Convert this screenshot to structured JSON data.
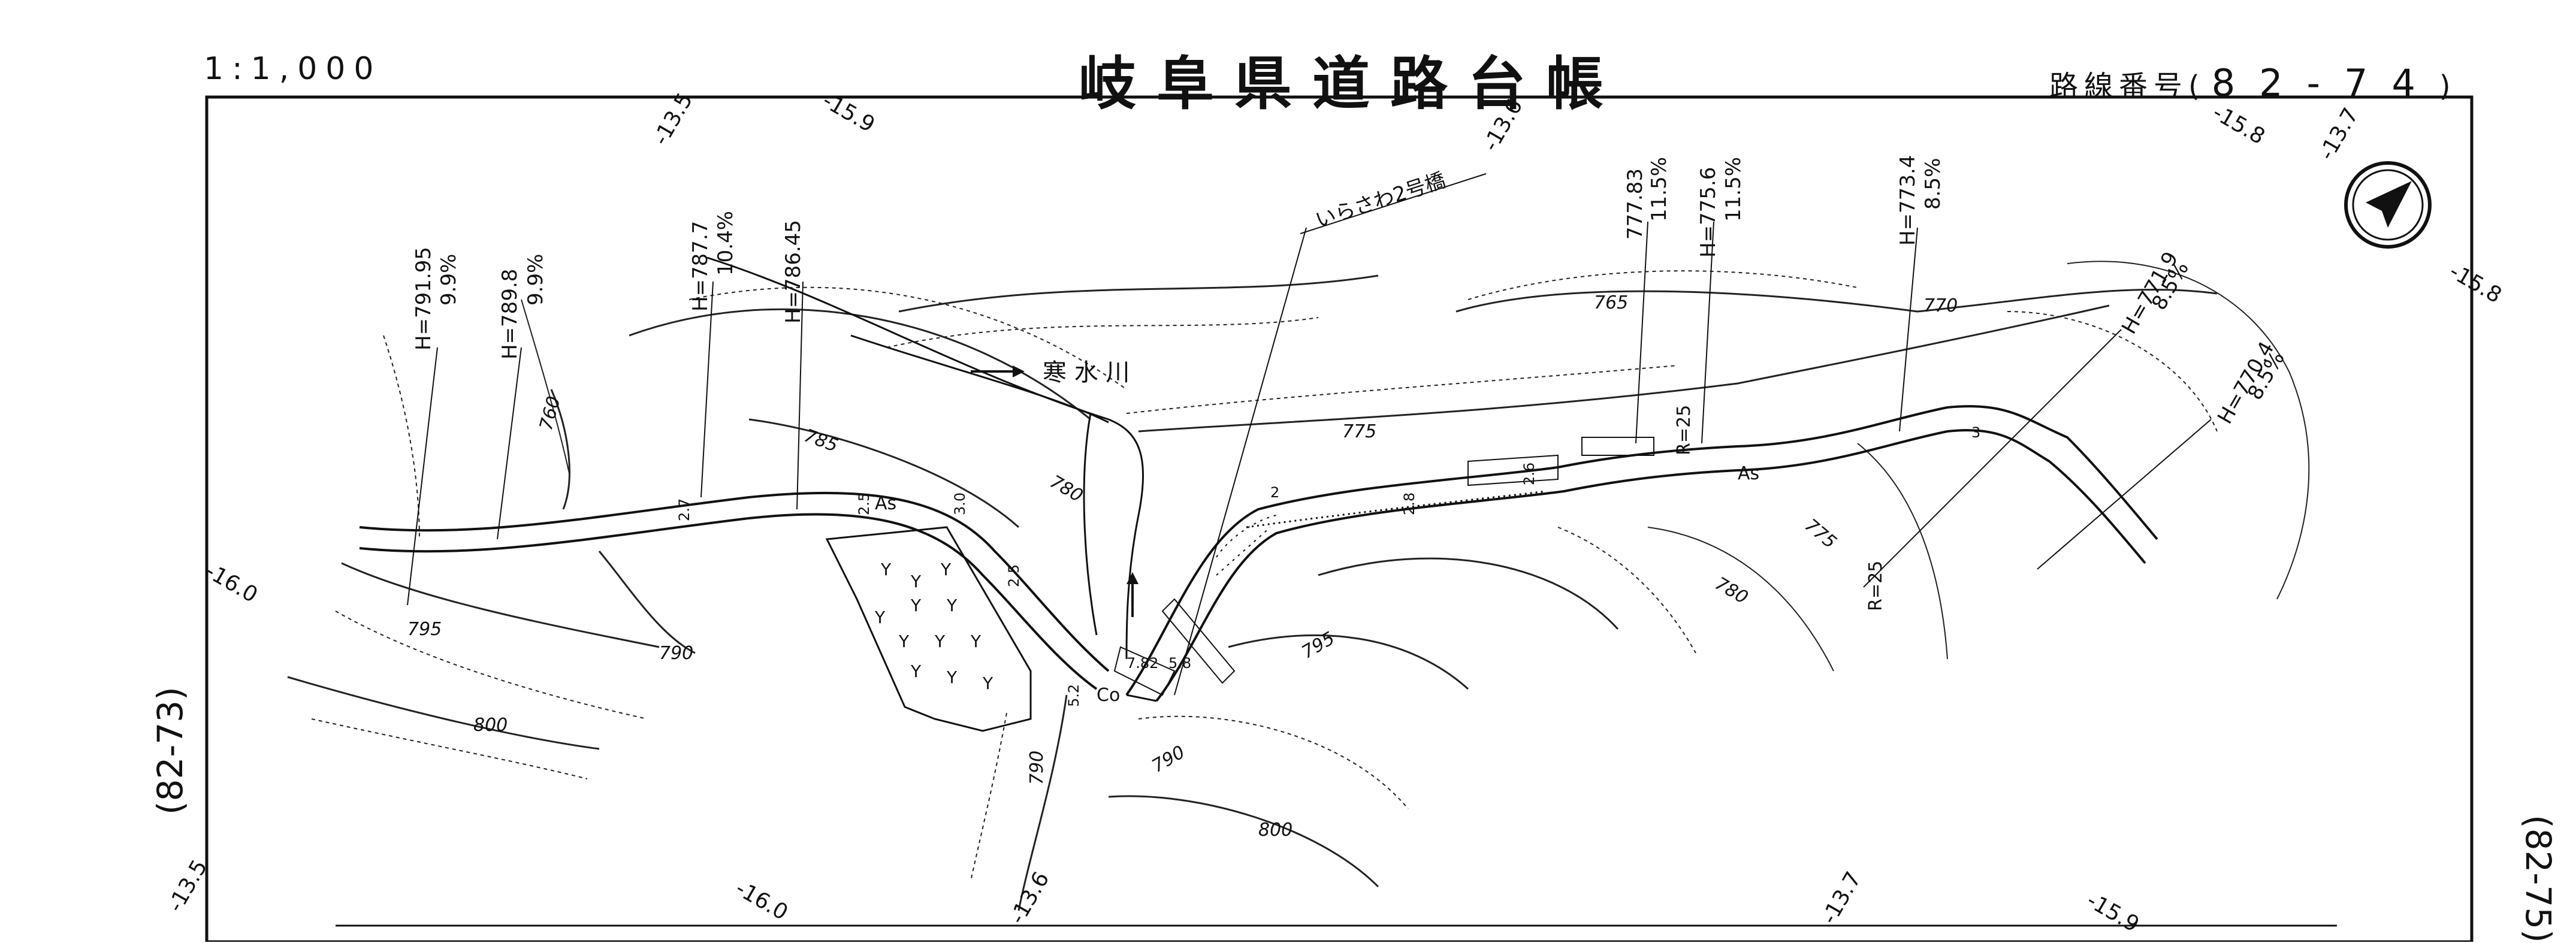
{
  "header": {
    "scale": "1:1,000",
    "title": "岐阜県道路台帳",
    "route_label": "路線番号(",
    "route_number": "82-74",
    "route_close": ")"
  },
  "edges": {
    "left": "(82-73)",
    "right": "(82-75)"
  },
  "river_label": "寒 水 川",
  "bridge_label": "いらさわ2号橋",
  "grid_marks": {
    "top_1": "-13.5",
    "top_2": "-15.9",
    "top_3": "-13.6",
    "top_4": "-15.8",
    "top_5": "-13.7",
    "right_1": "-15.8",
    "left_1": "-16.0",
    "bottom_1": "-13.5",
    "bottom_2": "-16.0",
    "bottom_3": "-13.6",
    "bottom_4": "-13.7",
    "bottom_5": "-15.9"
  },
  "elevations": {
    "e1": "H=791.95",
    "g1": "9.9%",
    "e2": "H=789.8",
    "g2": "9.9%",
    "e3": "H=787.7",
    "g3": "10.4%",
    "e4": "H=786.45",
    "e5": "777.83",
    "g5": "11.5%",
    "e6": "H=775.6",
    "g6": "11.5%",
    "e7": "H=773.4",
    "g7": "8.5%",
    "e8": "H=771.9",
    "g8": "8.5%",
    "e9": "H=770.4",
    "g9": "8.5%"
  },
  "contours": {
    "c760": "760",
    "c765": "765",
    "c770": "770",
    "c775": "775",
    "c775b": "775",
    "c780": "780",
    "c780b": "780",
    "c785": "785",
    "c790": "790",
    "c790b": "790",
    "c790c": "790",
    "c795": "795",
    "c795b": "795",
    "c800": "800",
    "c800b": "800"
  },
  "road_labels": {
    "as1": "As",
    "as2": "As",
    "co": "Co",
    "r25a": "R=25",
    "r25b": "R=25",
    "w27": "2.7",
    "w25": "2.5",
    "w26": "2.6",
    "w28": "2.8",
    "w30": "3.0",
    "w2": "2",
    "w3": "3",
    "w25b": "2.5",
    "w52": "5.2",
    "w782": "7.82",
    "w58": "5.8"
  },
  "icons": {
    "north": "north-arrow-icon",
    "river_flow": "arrow-right-icon"
  }
}
